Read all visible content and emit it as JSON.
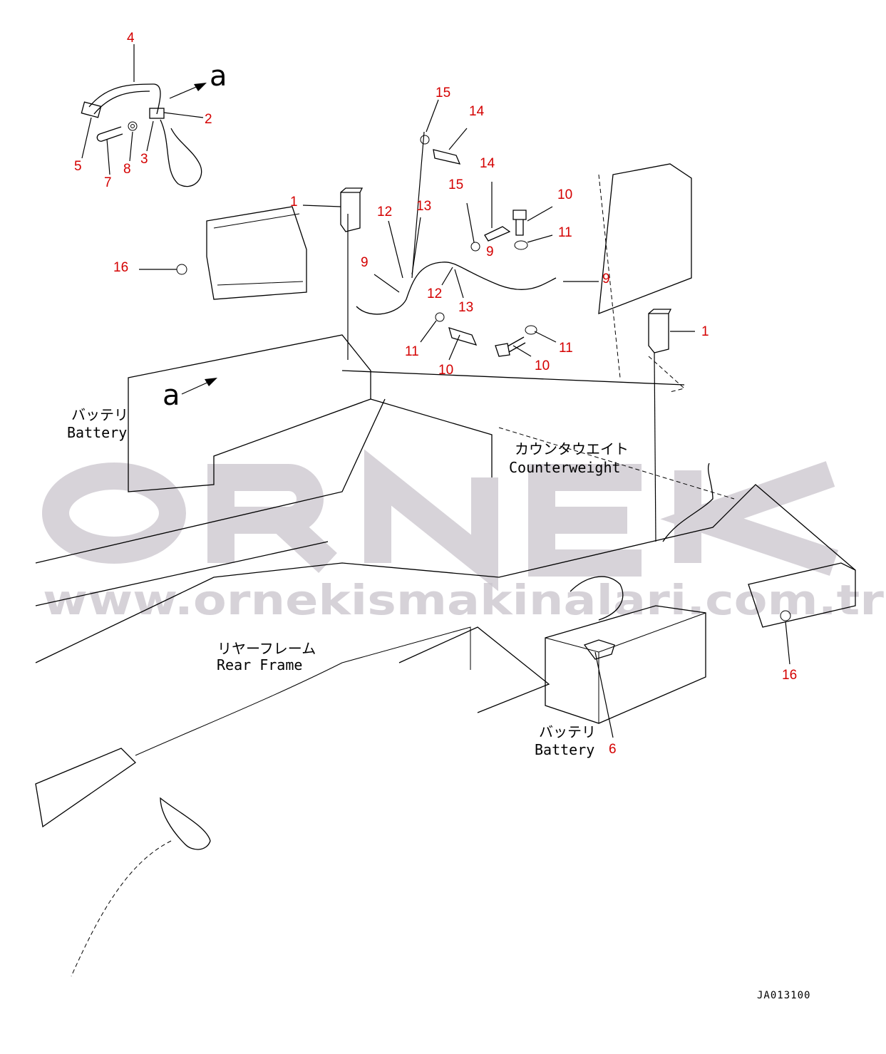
{
  "diagram": {
    "drawing_code": "JA013100",
    "view_marker": "a",
    "labels": {
      "battery_left_jp": "バッテリ",
      "battery_left_en": "Battery",
      "counterweight_jp": "カウンタウエイト",
      "counterweight_en": "Counterweight",
      "rear_frame_jp": "リヤーフレーム",
      "rear_frame_en": "Rear Frame",
      "battery_right_jp": "バッテリ",
      "battery_right_en": "Battery"
    },
    "callouts": [
      "4",
      "a",
      "2",
      "5",
      "7",
      "8",
      "3",
      "15",
      "14",
      "14",
      "15",
      "10",
      "11",
      "1",
      "12",
      "13",
      "9",
      "9",
      "9",
      "16",
      "12",
      "13",
      "11",
      "10",
      "10",
      "11",
      "1",
      "16",
      "6",
      "a"
    ],
    "callout_color": "#d40000"
  },
  "watermark": {
    "brand": "ORNEK",
    "url": "www.ornekismakinalari.com.tr"
  }
}
